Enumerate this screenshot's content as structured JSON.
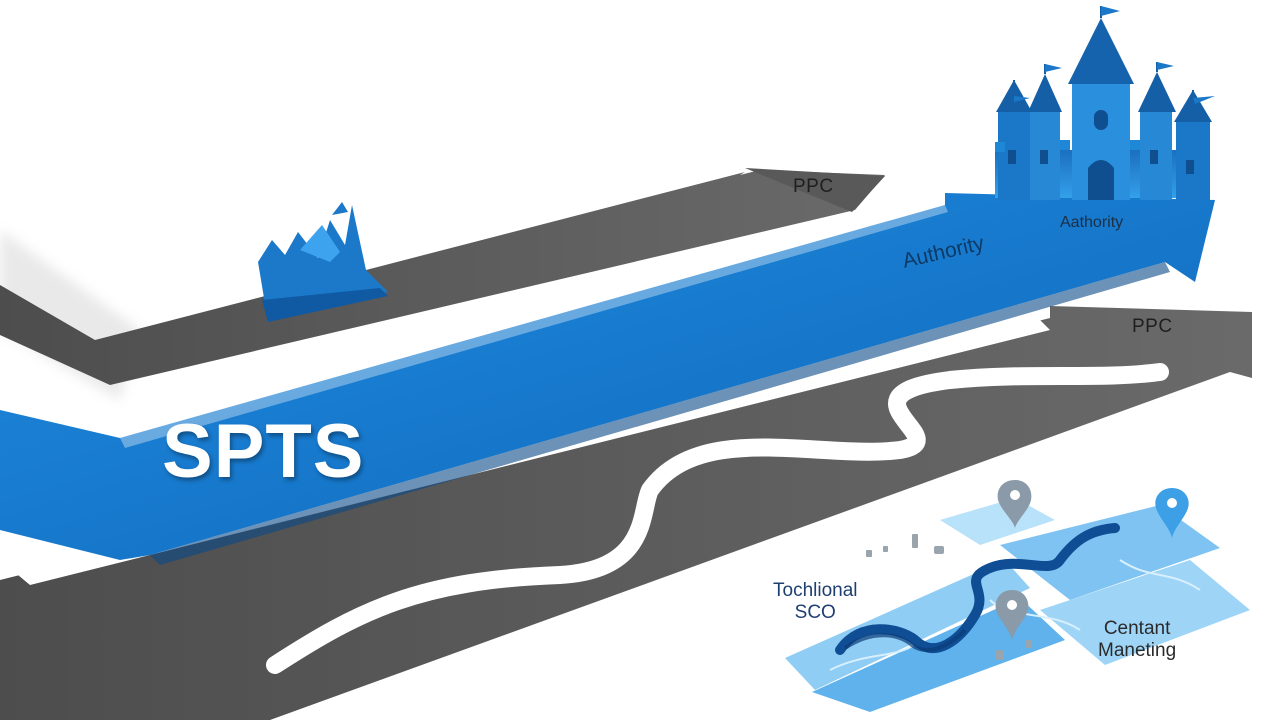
{
  "labels": {
    "ppc_top": "PPC",
    "ppc_right": "PPC",
    "spts": "SPTS",
    "authority_main": "Authority",
    "authority_small": "Aathority",
    "technical_seo_line1": "Tochlional",
    "technical_seo_line2": "SCO",
    "content_marketing_line1": "Centant",
    "content_marketing_line2": "Maneting"
  },
  "colors": {
    "background": "#ffffff",
    "gray_arrow": "#5b5b5b",
    "blue_arrow": "#1a7fd4",
    "blue_dark": "#0f5fa8",
    "castle": "#1e88d6",
    "winding_road": "#ffffff",
    "map_tiles": "#6cb8ef"
  },
  "icons": {
    "castle": "castle-icon",
    "mountain": "broken-mountain-icon",
    "pins": "map-pin-icon"
  }
}
